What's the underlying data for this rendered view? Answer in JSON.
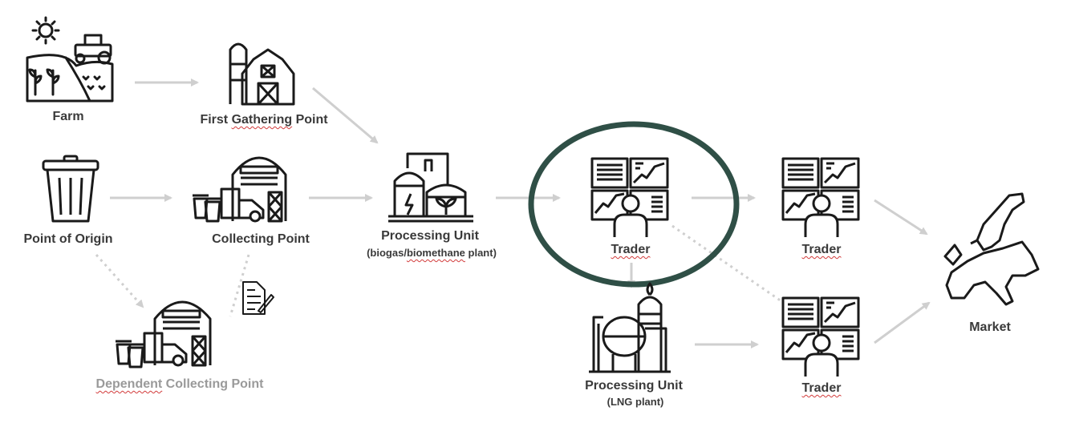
{
  "nodes": {
    "farm": {
      "label": "Farm"
    },
    "first_gathering": {
      "label_a": "First ",
      "label_b": "Gathering",
      "label_c": " Point"
    },
    "point_of_origin": {
      "label": "Point of Origin"
    },
    "collecting_point": {
      "label": "Collecting Point"
    },
    "dependent_collecting": {
      "label_a": "Dependent",
      "label_b": " Collecting Point"
    },
    "processing_unit_bio": {
      "label": "Processing Unit",
      "sublabel_a": "(biogas/",
      "sublabel_b": "biomethane",
      "sublabel_c": " plant)"
    },
    "trader_center": {
      "label": "Trader"
    },
    "processing_unit_lng": {
      "label": "Processing Unit",
      "sublabel": "(LNG plant)"
    },
    "trader_top": {
      "label": "Trader"
    },
    "trader_bottom": {
      "label": "Trader"
    },
    "market": {
      "label": "Market"
    }
  },
  "colors": {
    "icon_stroke": "#1a1a1a",
    "arrow": "#cfcfcf",
    "highlight_ring": "#2f4f46",
    "label_text": "#3a3a3a",
    "faded_text": "#9a9a9a"
  }
}
